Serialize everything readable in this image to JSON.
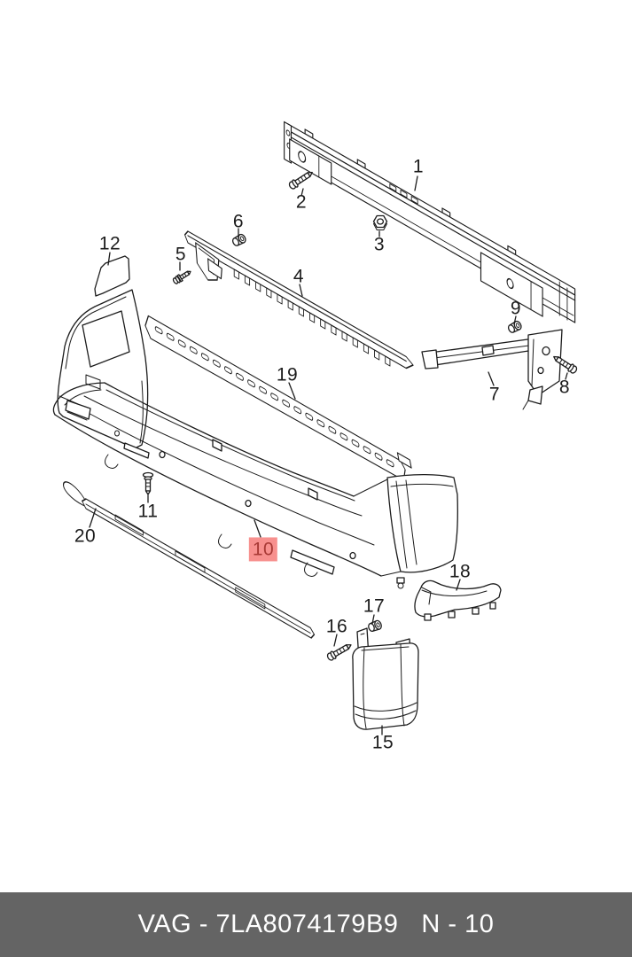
{
  "diagram": {
    "callouts": [
      "1",
      "2",
      "3",
      "4",
      "5",
      "6",
      "7",
      "8",
      "9",
      "10",
      "11",
      "12",
      "15",
      "16",
      "17",
      "18",
      "19",
      "20"
    ],
    "highlighted_callout": "10",
    "highlight": {
      "fill": "#f7908e",
      "text": "#a83a36"
    },
    "line_color": "#1c1c1c",
    "background": "#ffffff"
  },
  "footer": {
    "catalog_code": "VAG - 7LA8074179B9",
    "page_ref": "N - 10",
    "background": "#646464",
    "text_color": "#ffffff"
  }
}
